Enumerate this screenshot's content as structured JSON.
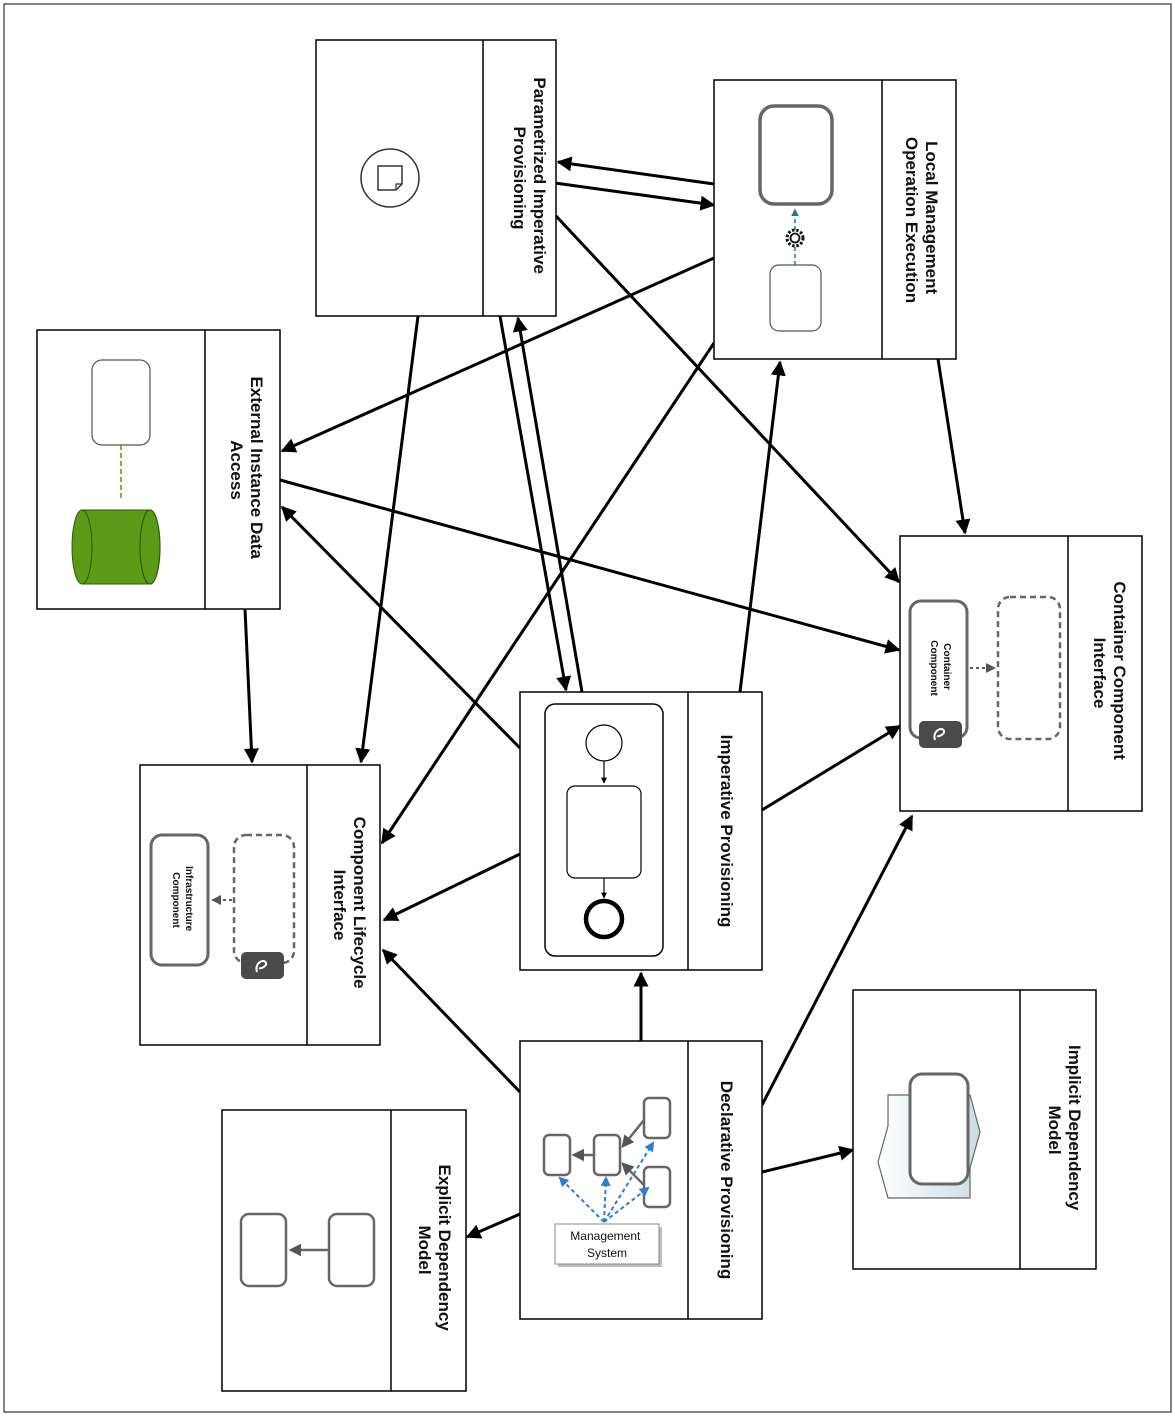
{
  "patterns": {
    "parametrized_imperative": {
      "line1": "Parametrized Imperative",
      "line2": "Provisioning"
    },
    "local_management": {
      "line1": "Local Management",
      "line2": "Operation Execution"
    },
    "external_instance": {
      "line1": "External Instance Data",
      "line2": "Access"
    },
    "container_component": {
      "line1": "Container Component",
      "line2": "Interface"
    },
    "imperative": {
      "line1": "Imperative Provisioning"
    },
    "component_lifecycle": {
      "line1": "Component Lifecycle",
      "line2": "Interface"
    },
    "declarative": {
      "line1": "Declarative Provisioning"
    },
    "implicit_dependency": {
      "line1": "Implicit Dependency",
      "line2": "Model"
    },
    "explicit_dependency": {
      "line1": "Explicit Dependency",
      "line2": "Model"
    }
  },
  "icons": {
    "container_component_line1": "Container",
    "container_component_line2": "Component",
    "infrastructure_component_line1": "Infrastructure",
    "infrastructure_component_line2": "Component",
    "management_system_line1": "Management",
    "management_system_line2": "System"
  },
  "colors": {
    "database": "#5a9a16",
    "link_dashed_green": "#5a9a16",
    "dependency_blue": "#2a7fd4",
    "gear_blue": "#1a7a8a",
    "component_border": "#666666"
  }
}
